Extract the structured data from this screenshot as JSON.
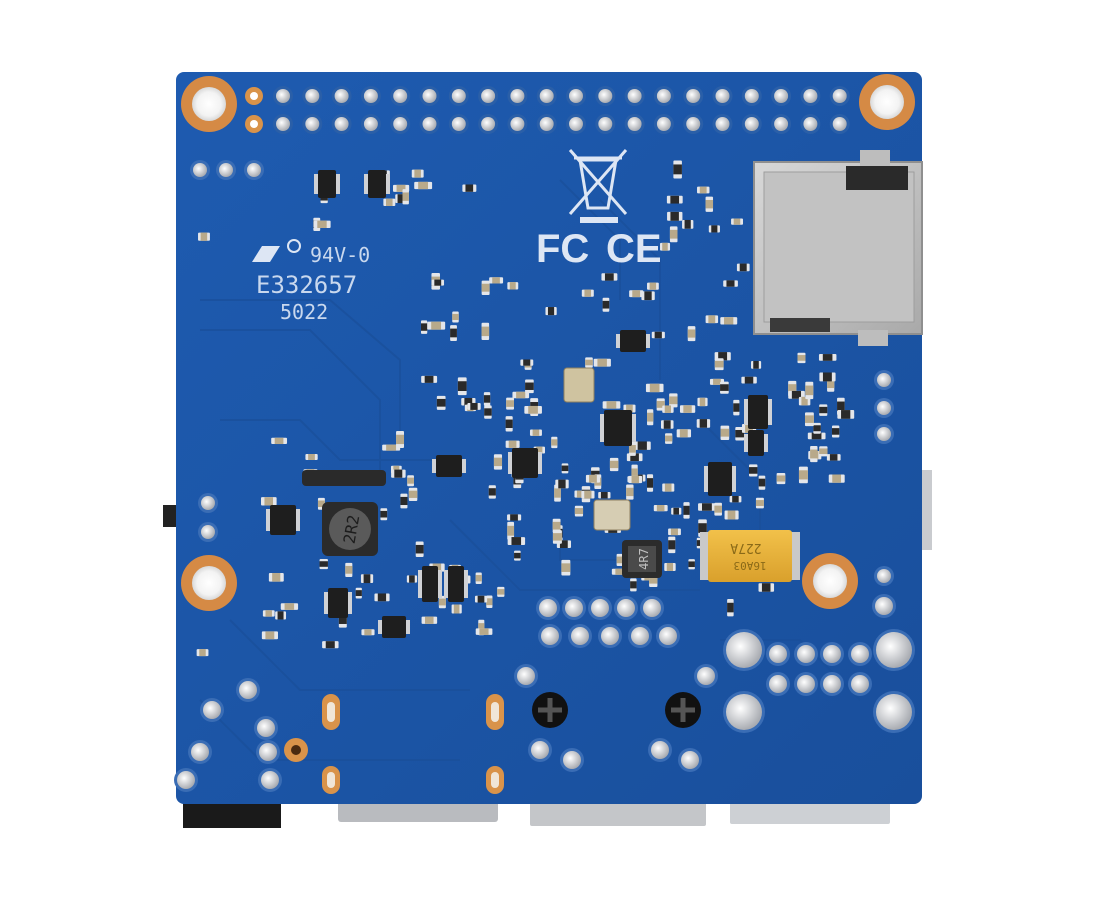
{
  "board": {
    "ul_mark": "94V-0",
    "file_number": "E332657",
    "date_code": "5022",
    "fcc_mark": "FC",
    "ce_mark": "CE",
    "inductor_1": "2R2",
    "inductor_2": "4R7",
    "capacitor_code": "227A",
    "capacitor_sub": "16A03",
    "colors": {
      "pcb": "#1c56a8",
      "pcb_dark": "#17498f",
      "gold_pad": "#d9934a",
      "silver": "#c8c8c8",
      "tantalum": "#e8b63a"
    }
  }
}
